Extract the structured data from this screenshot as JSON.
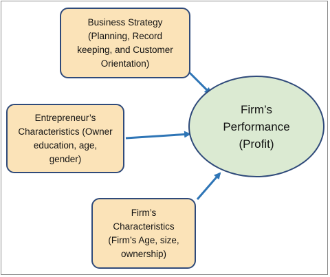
{
  "colors": {
    "box_fill": "#fbe3b8",
    "box_border": "#2f4a7a",
    "outcome_fill": "#dbead2",
    "arrow": "#2e75b6"
  },
  "nodes": {
    "business_strategy": {
      "lines": [
        "Business Strategy",
        "(Planning, Record",
        "keeping, and Customer",
        "Orientation)"
      ]
    },
    "entrepreneur_characteristics": {
      "lines": [
        "Entrepreneur’s",
        "Characteristics (Owner",
        "education, age,",
        "gender)"
      ]
    },
    "firm_characteristics": {
      "lines": [
        "Firm’s",
        "Characteristics",
        "(Firm’s Age, size,",
        "ownership)"
      ]
    },
    "firm_performance": {
      "lines": [
        "Firm’s",
        "Performance",
        "(Profit)"
      ]
    }
  },
  "edges": [
    {
      "from": "business_strategy",
      "to": "firm_performance"
    },
    {
      "from": "entrepreneur_characteristics",
      "to": "firm_performance"
    },
    {
      "from": "firm_characteristics",
      "to": "firm_performance"
    }
  ]
}
